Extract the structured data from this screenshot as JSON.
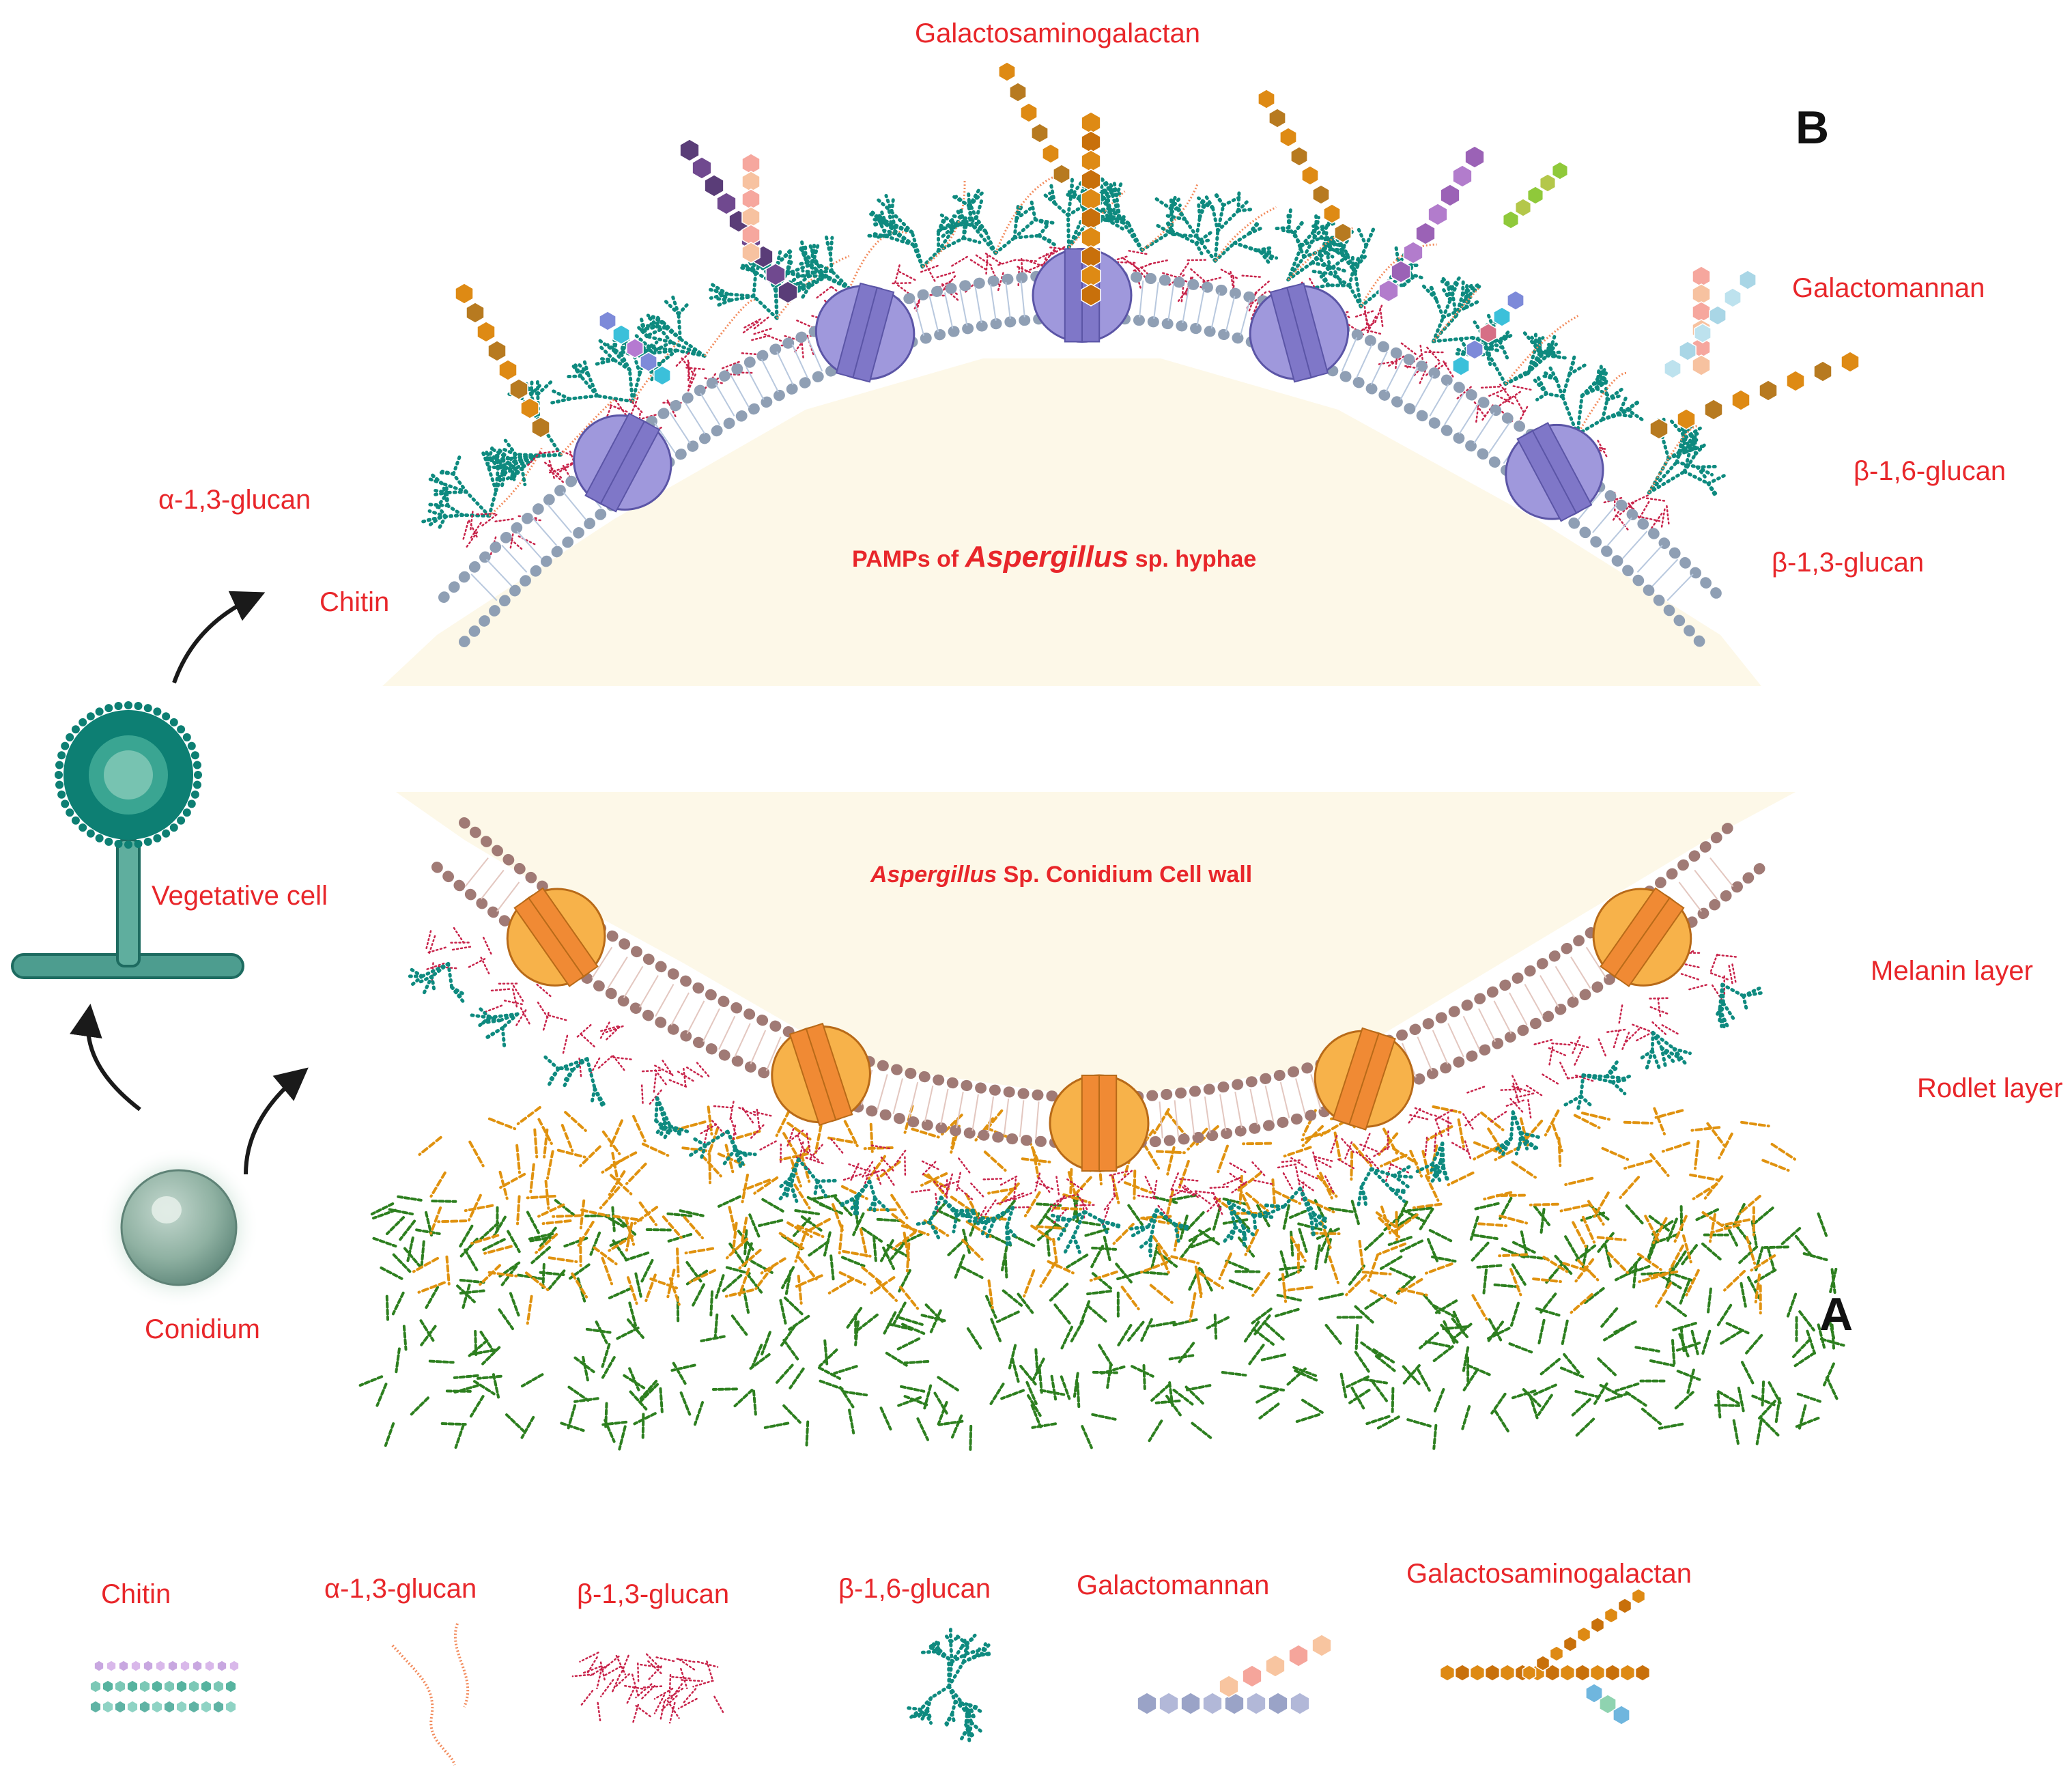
{
  "panel_b": {
    "letter": "B",
    "title_prefix": "PAMPs of ",
    "title_genus": "Aspergillus",
    "title_suffix": " sp. hyphae",
    "labels": {
      "galactosaminogalactan": "Galactosaminogalactan",
      "galactomannan": "Galactomannan",
      "b16_glucan": "β-1,6-glucan",
      "b13_glucan": "β-1,3-glucan",
      "a13_glucan": "α-1,3-glucan",
      "chitin": "Chitin"
    }
  },
  "panel_a": {
    "letter": "A",
    "title_genus": "Aspergillus",
    "title_suffix": " Sp. Conidium Cell wall",
    "labels": {
      "melanin": "Melanin layer",
      "rodlet": "Rodlet layer"
    }
  },
  "lifecycle": {
    "vegetative": "Vegetative cell",
    "conidium": "Conidium"
  },
  "legend": [
    {
      "label": "Chitin",
      "icon": "chitin-icon"
    },
    {
      "label": "α-1,3-glucan",
      "icon": "alpha-13-glucan-icon"
    },
    {
      "label": "β-1,3-glucan",
      "icon": "beta-13-glucan-icon"
    },
    {
      "label": "β-1,6-glucan",
      "icon": "beta-16-glucan-icon"
    },
    {
      "label": "Galactomannan",
      "icon": "galactomannan-icon"
    },
    {
      "label": "Galactosaminogalactan",
      "icon": "galactosaminogalactan-icon"
    }
  ],
  "colors": {
    "label_red": "#e8262a",
    "membrane_b": "#8f9fb4",
    "membrane_a": "#a07a75",
    "protein_b": "#9f98dc",
    "protein_a": "#f7b24a",
    "b16_teal": "#0e8a7f",
    "b13_red": "#c8234a",
    "a13_orange": "#f28a5b",
    "gag_orange": "#de8a14",
    "melanin_orange": "#e0920f",
    "rodlet_green": "#2d7f1f",
    "cytoplasm": "#fdf8e8"
  }
}
